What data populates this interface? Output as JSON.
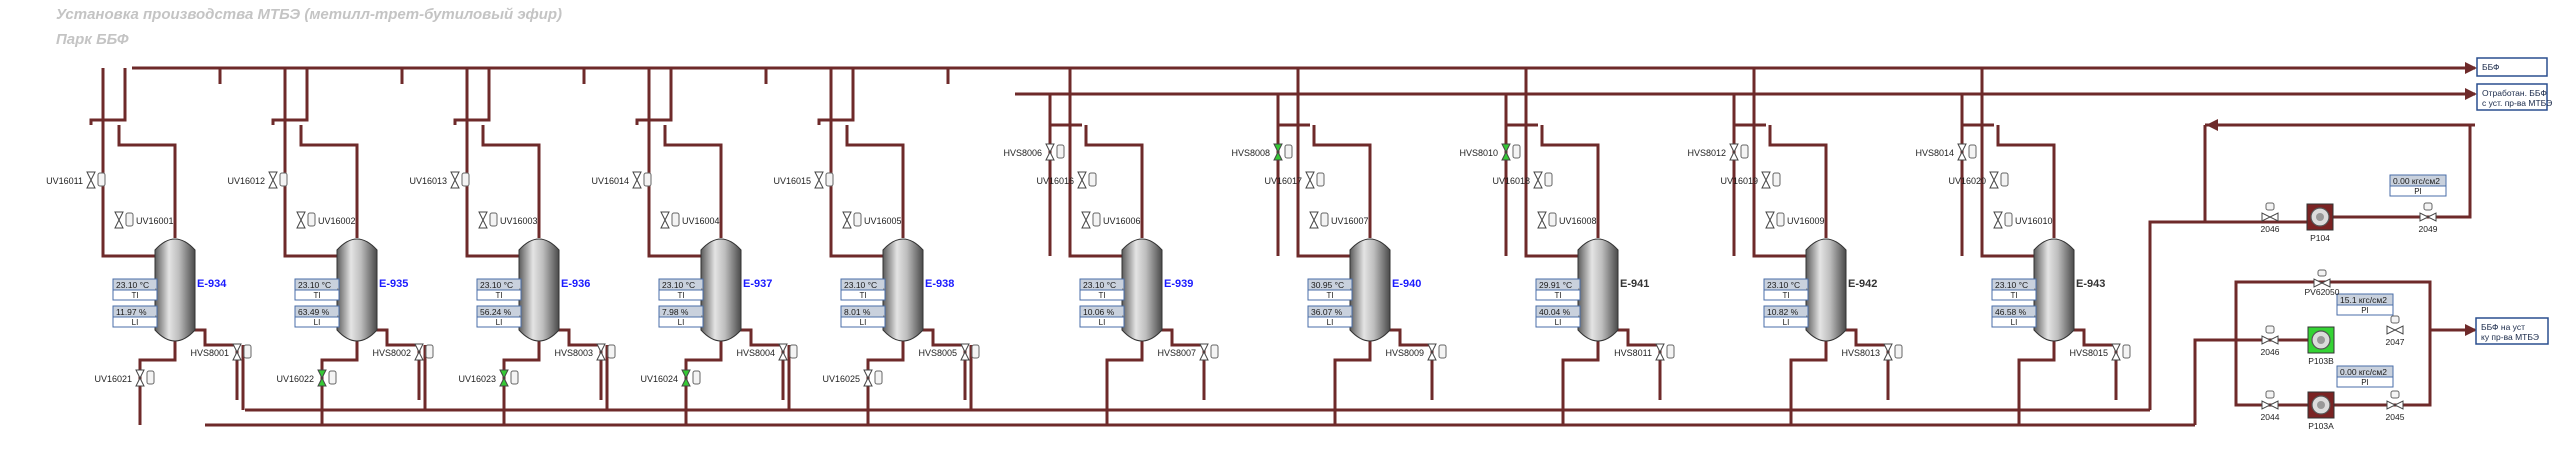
{
  "header": {
    "title": "Установка производства МТБЭ (метилл-трет-бутиловый эфир)",
    "subtitle": "Парк ББФ"
  },
  "colors": {
    "pipe": "#6e2a2a",
    "tank_label_blue": "#1a1aff",
    "valve_open": "#35c935",
    "box_bg": "#c9d1dd",
    "box_border": "#4a6ea8",
    "pump_active": "#34d334",
    "pump_stopped": "#7a2323"
  },
  "outputs": {
    "bbf": "ББФ",
    "reject": "Отработан. ББФ с уст. пр-ва МТБЭ",
    "to_unit": "ББФ на уст-ку пр-ва МТБЭ"
  },
  "tanks": [
    {
      "name": "Е-934",
      "blue": true,
      "uv_top": "UV16011",
      "uv_mid": "UV16001",
      "temp": "23.10 °C",
      "level": "11.97 %",
      "uv_bot": "UV16021",
      "hvs": "HVS8001"
    },
    {
      "name": "Е-935",
      "blue": true,
      "uv_top": "UV16012",
      "uv_mid": "UV16002",
      "temp": "23.10 °C",
      "level": "63.49 %",
      "uv_bot": "UV16022",
      "hvs": "HVS8002"
    },
    {
      "name": "Е-936",
      "blue": true,
      "uv_top": "UV16013",
      "uv_mid": "UV16003",
      "temp": "23.10 °C",
      "level": "56.24 %",
      "uv_bot": "UV16023",
      "hvs": "HVS8003"
    },
    {
      "name": "Е-937",
      "blue": true,
      "uv_top": "UV16014",
      "uv_mid": "UV16004",
      "temp": "23.10 °C",
      "level": "7.98 %",
      "uv_bot": "UV16024",
      "hvs": "HVS8004"
    },
    {
      "name": "Е-938",
      "blue": true,
      "uv_top": "UV16015",
      "uv_mid": "UV16005",
      "temp": "23.10 °C",
      "level": "8.01 %",
      "uv_bot": "UV16025",
      "hvs": "HVS8005"
    },
    {
      "name": "Е-939",
      "blue": true,
      "hvs_top": "HVS8006",
      "uv_top": "UV16016",
      "uv_mid": "UV16006",
      "temp": "23.10 °C",
      "level": "10.06 %",
      "hvs": "HVS8007"
    },
    {
      "name": "Е-940",
      "blue": true,
      "hvs_top": "HVS8008",
      "uv_top": "UV16017",
      "uv_mid": "UV16007",
      "temp": "30.95 °C",
      "level": "36.07 %",
      "hvs": "HVS8009"
    },
    {
      "name": "Е-941",
      "blue": false,
      "hvs_top": "HVS8010",
      "uv_top": "UV16018",
      "uv_mid": "UV16008",
      "temp": "29.91 °C",
      "level": "40.04 %",
      "hvs": "HVS8011"
    },
    {
      "name": "Е-942",
      "blue": false,
      "hvs_top": "HVS8012",
      "uv_top": "UV16019",
      "uv_mid": "UV16009",
      "temp": "23.10 °C",
      "level": "10.82 %",
      "hvs": "HVS8013"
    },
    {
      "name": "Е-943",
      "blue": false,
      "hvs_top": "HVS8014",
      "uv_top": "UV16020",
      "uv_mid": "UV16010",
      "temp": "23.10 °C",
      "level": "46.58 %",
      "hvs": "HVS8015"
    }
  ],
  "tags": {
    "temp": "TI",
    "level": "LI",
    "pressure": "PI"
  },
  "pumps": [
    {
      "name": "Р104",
      "active": false,
      "valve_in": "2046",
      "valve_out": "2049",
      "pressure": "0.00 кгс/см2"
    },
    {
      "name": "Р103В",
      "active": true,
      "valve_in": "2046",
      "valve_out": "2047",
      "pressure": "15.1 кгс/см2"
    },
    {
      "name": "Р103А",
      "active": false,
      "valve_in": "2044",
      "valve_out": "2045",
      "pressure": "0.00 кгс/см2"
    }
  ],
  "pv": "PV62050"
}
